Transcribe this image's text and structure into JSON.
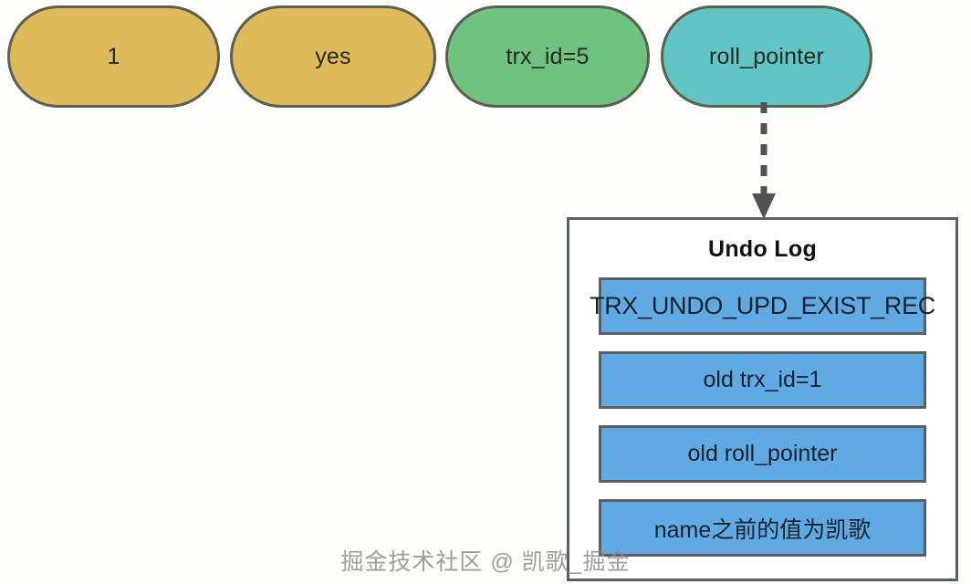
{
  "record_row": {
    "cells": [
      {
        "label": "1",
        "color": "#dfba5b",
        "name": "record-cell-id"
      },
      {
        "label": "yes",
        "color": "#dfba5b",
        "name": "record-cell-flag"
      },
      {
        "label": "trx_id=5",
        "color": "#6fc280",
        "name": "record-cell-trx-id"
      },
      {
        "label": "roll_pointer",
        "color": "#62c5c5",
        "name": "record-cell-roll-pointer"
      }
    ]
  },
  "connector": {
    "style": "dashed",
    "direction": "down",
    "color": "#4f5356",
    "from": "roll_pointer",
    "to": "Undo Log"
  },
  "undo_log": {
    "title": "Undo Log",
    "border_color": "#5a5f62",
    "row_color": "#61a9e3",
    "rows": [
      "TRX_UNDO_UPD_EXIST_REC",
      "old trx_id=1",
      "old roll_pointer",
      "name之前的值为凯歌"
    ]
  },
  "watermark": {
    "text": "掘金技术社区 @ 凯歌_掘金"
  }
}
